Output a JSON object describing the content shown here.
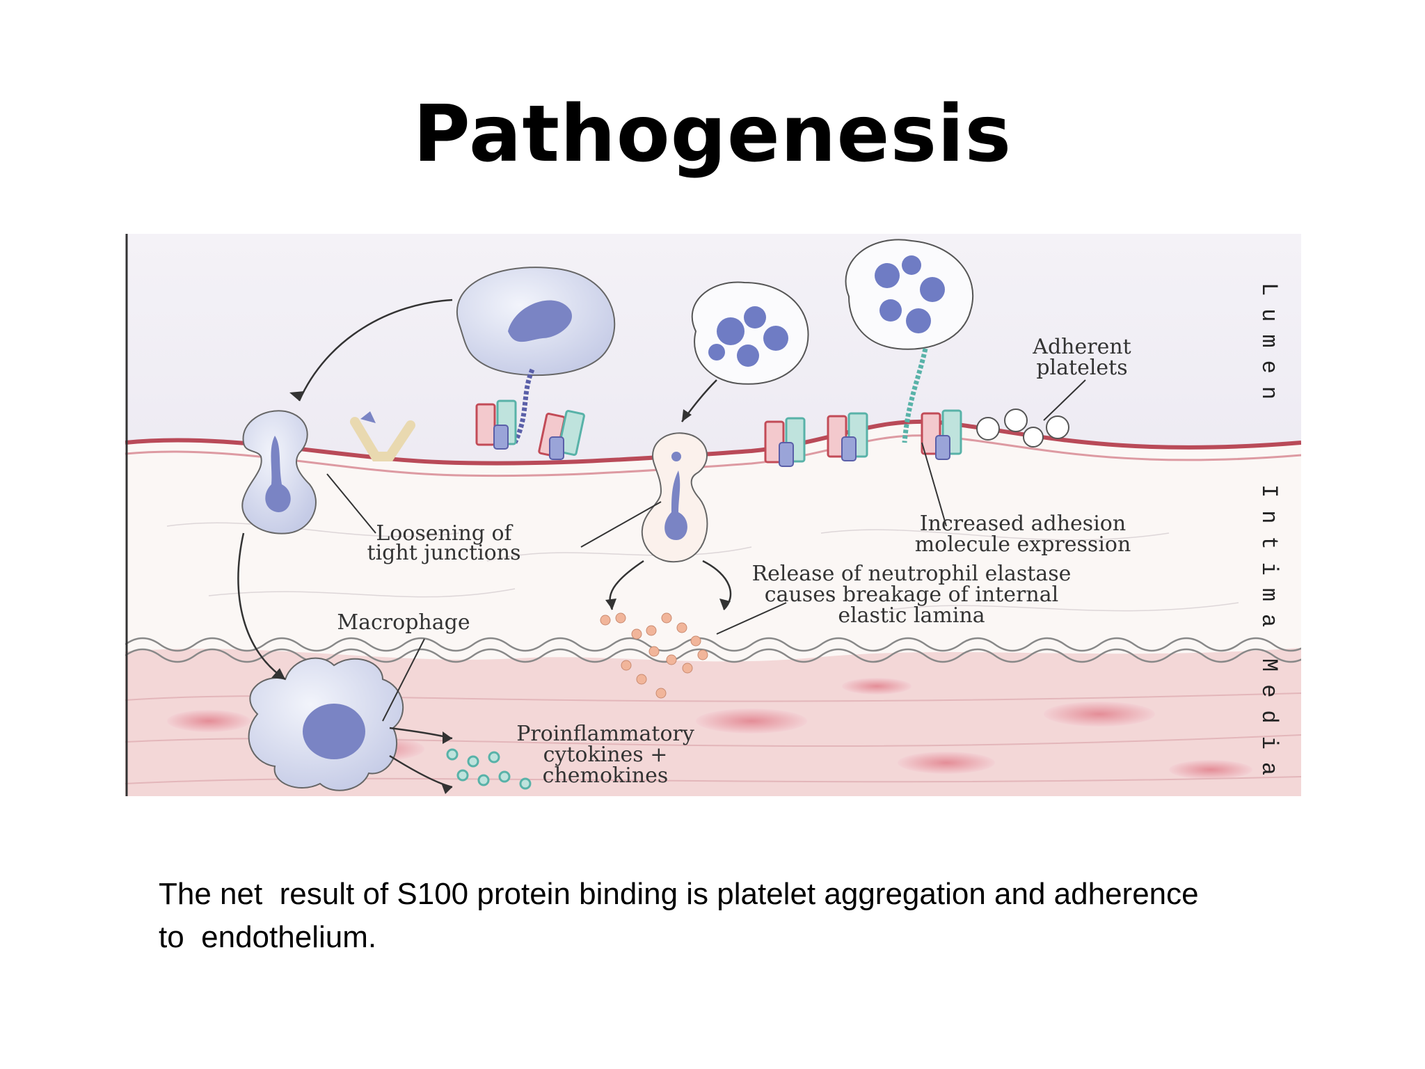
{
  "slide": {
    "title": "Pathogenesis",
    "caption_line1": "The net  result of S100 protein binding is platelet aggregation and adherence",
    "caption_line2": "to  endothelium."
  },
  "diagram": {
    "layers": {
      "lumen": "Lumen",
      "intima": "Intima",
      "media": "Media"
    },
    "labels": {
      "adherent_l1": "Adherent",
      "adherent_l2": "platelets",
      "loosening_l1": "Loosening of",
      "loosening_l2": "tight junctions",
      "adhesion_l1": "Increased adhesion",
      "adhesion_l2": "molecule expression",
      "elastase_l1": "Release of neutrophil elastase",
      "elastase_l2": "causes breakage of internal",
      "elastase_l3": "elastic lamina",
      "macrophage": "Macrophage",
      "cyto_l1": "Proinflammatory",
      "cyto_l2": "cytokines +",
      "cyto_l3": "chemokines"
    },
    "colors": {
      "lumen": "#ebe8f1",
      "intima": "#fbf7f5",
      "media": "#f3d7d7",
      "endothelium": "#b94a58",
      "cell": "#d3d9ee",
      "nucleus": "#7a84c4",
      "receptor_red": "#c24b57",
      "receptor_teal": "#58b2a8"
    }
  }
}
